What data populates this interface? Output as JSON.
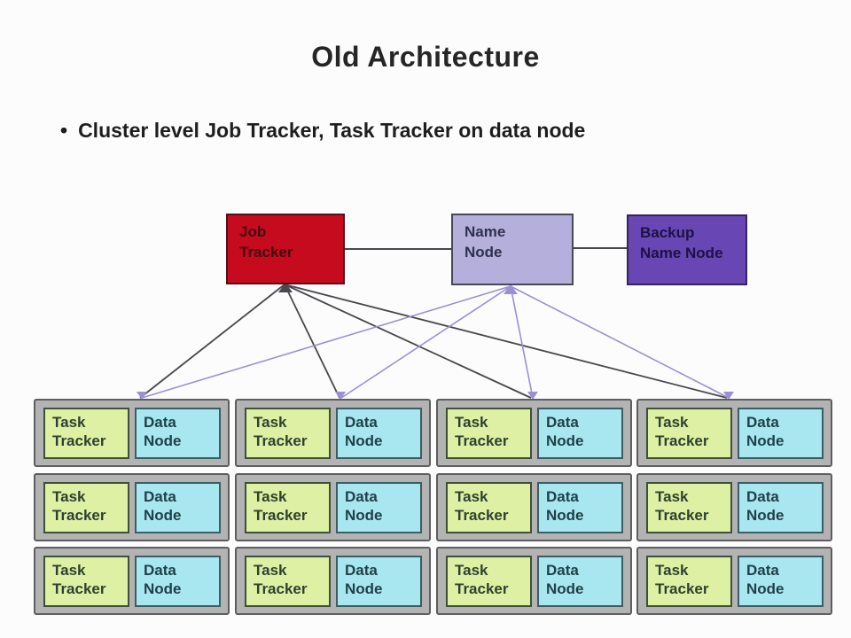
{
  "slide": {
    "title": "Old Architecture",
    "bullet_marker": "•",
    "bullet": "Cluster level Job Tracker, Task Tracker on data node"
  },
  "diagram": {
    "job_tracker_label": "Job\nTracker",
    "name_node_label": "Name\nNode",
    "backup_name_node_label": "Backup\nName Node",
    "cluster_grid": {
      "rows": 3,
      "columns": 4,
      "task_tracker_label": "Task\nTracker",
      "data_node_label": "Data\nNode"
    }
  },
  "colors": {
    "background": "#fcfcfc",
    "title_text": "#262626",
    "bullet_text": "#1e1e1e",
    "job_tracker_fill": "#c60b1e",
    "job_tracker_border": "#55101e",
    "job_tracker_text": "#43060f",
    "name_node_fill": "#b5afdb",
    "name_node_border": "#47475c",
    "name_node_text": "#2e3150",
    "backup_name_node_fill": "#6847b5",
    "backup_name_node_border": "#352458",
    "backup_name_node_text": "#1c1243",
    "dark_connector": "#47474d",
    "purple_connector": "#9b90d4",
    "rack_fill": "#b3b3b3",
    "rack_border": "#5e5e5e",
    "task_fill": "#ddf0a4",
    "task_border": "#3f4f38",
    "task_text": "#2f4030",
    "data_fill": "#a9e7f0",
    "data_border": "#3b5d64",
    "data_text": "#1f4049"
  }
}
